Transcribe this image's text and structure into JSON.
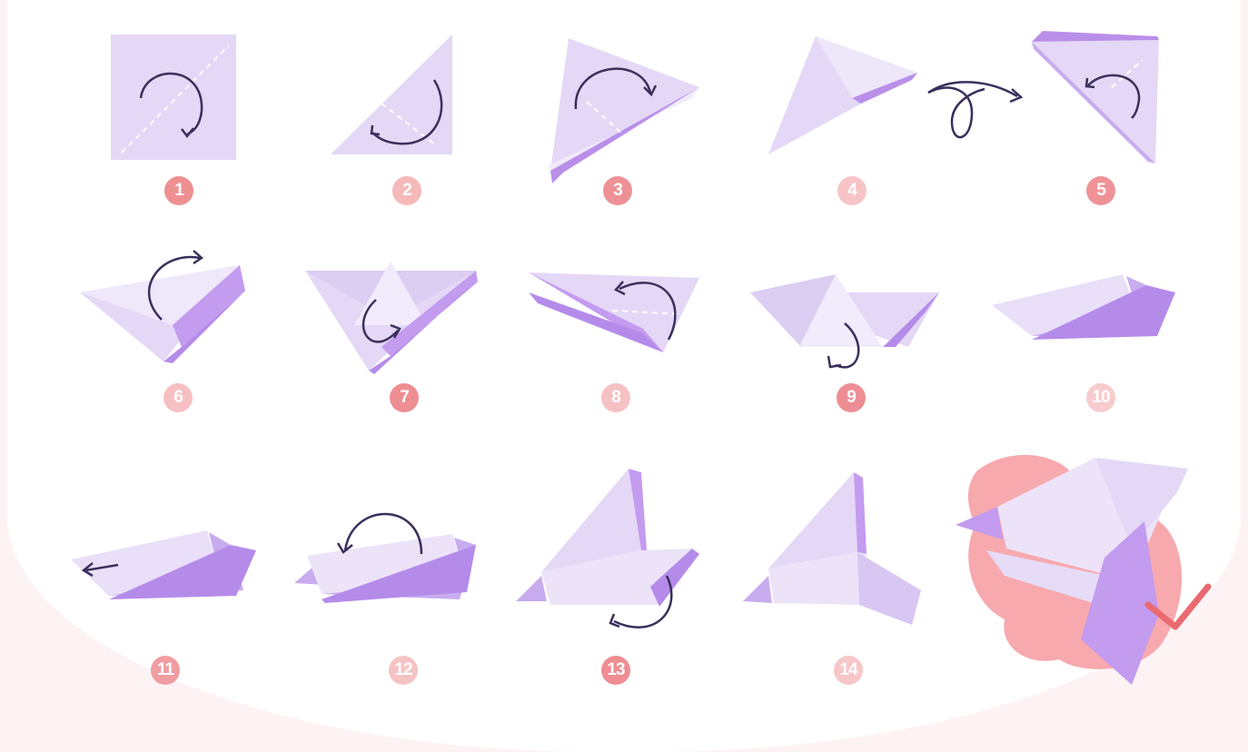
{
  "steps": [
    {
      "number": "1",
      "badge_color": "#ee8f92"
    },
    {
      "number": "2",
      "badge_color": "#f5b9b9"
    },
    {
      "number": "3",
      "badge_color": "#ee9196"
    },
    {
      "number": "4",
      "badge_color": "#f7c4c5"
    },
    {
      "number": "5",
      "badge_color": "#ef9298"
    },
    {
      "number": "6",
      "badge_color": "#f6c0c2"
    },
    {
      "number": "7",
      "badge_color": "#ee8e93"
    },
    {
      "number": "8",
      "badge_color": "#f6c1c2"
    },
    {
      "number": "9",
      "badge_color": "#ee8e94"
    },
    {
      "number": "10",
      "badge_color": "#f8ccce"
    },
    {
      "number": "11",
      "badge_color": "#f09da1"
    },
    {
      "number": "12",
      "badge_color": "#f6c3c4"
    },
    {
      "number": "13",
      "badge_color": "#ee8d92"
    },
    {
      "number": "14",
      "badge_color": "#f7c6c8"
    }
  ],
  "colors": {
    "paper_light": "#ece3f8",
    "paper_mid": "#ddd0f3",
    "paper_dark": "#c3a9ee",
    "paper_shadow": "#b38be8",
    "arrow": "#3b2f5c",
    "blob": "#f7a9ae",
    "check": "#ea6a72"
  }
}
